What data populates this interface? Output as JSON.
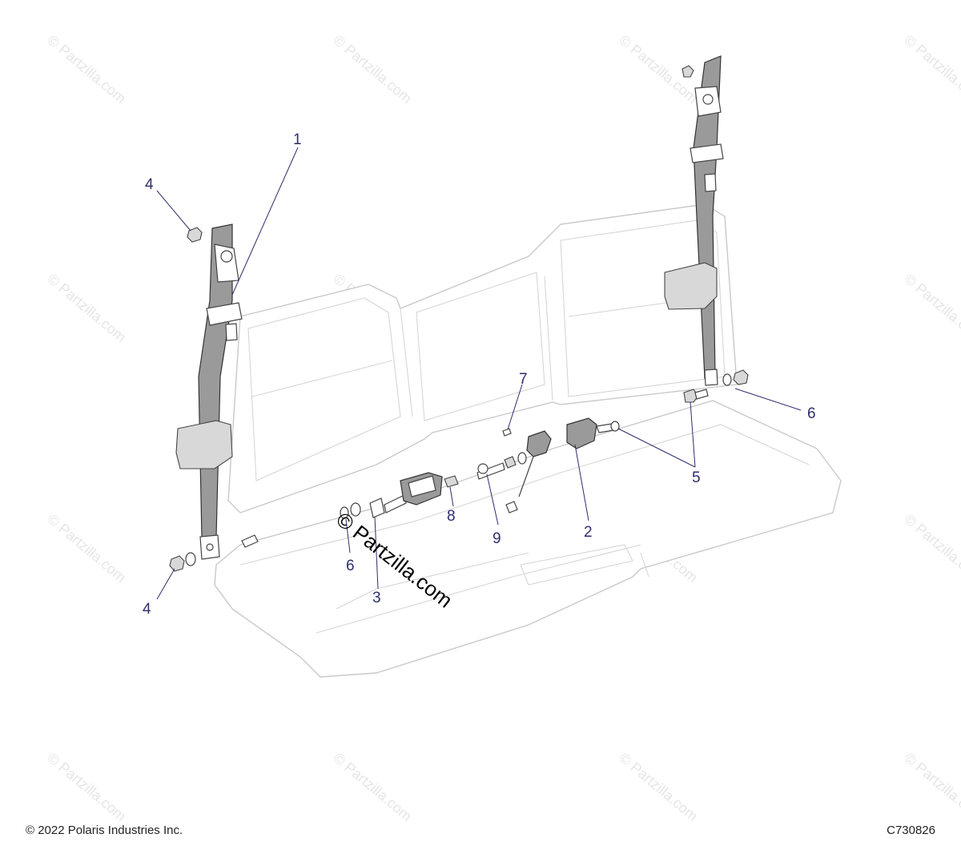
{
  "diagram": {
    "callouts": {
      "c1": "1",
      "c2": "2",
      "c3": "3",
      "c4a": "4",
      "c4b": "4",
      "c5": "5",
      "c6a": "6",
      "c6b": "6",
      "c7": "7",
      "c8": "8",
      "c9": "9"
    },
    "watermark_small": "© Partzilla.com",
    "watermark_center": "© Partzilla.com"
  },
  "footer": {
    "copyright": "© 2022 Polaris Industries Inc.",
    "figure_id": "C730826"
  }
}
